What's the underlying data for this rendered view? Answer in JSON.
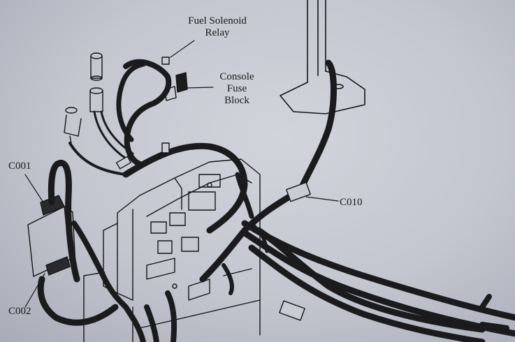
{
  "labels": {
    "fuel_solenoid_relay": [
      "Fuel Solenoid",
      "Relay"
    ],
    "console_fuse_block": [
      "Console",
      "Fuse",
      "Block"
    ],
    "c001": "C001",
    "c002": "C002",
    "c010": "C010"
  },
  "colors": {
    "paper": "#c9ccd4",
    "ink": "#151517",
    "harness": "#1b1b1e"
  }
}
